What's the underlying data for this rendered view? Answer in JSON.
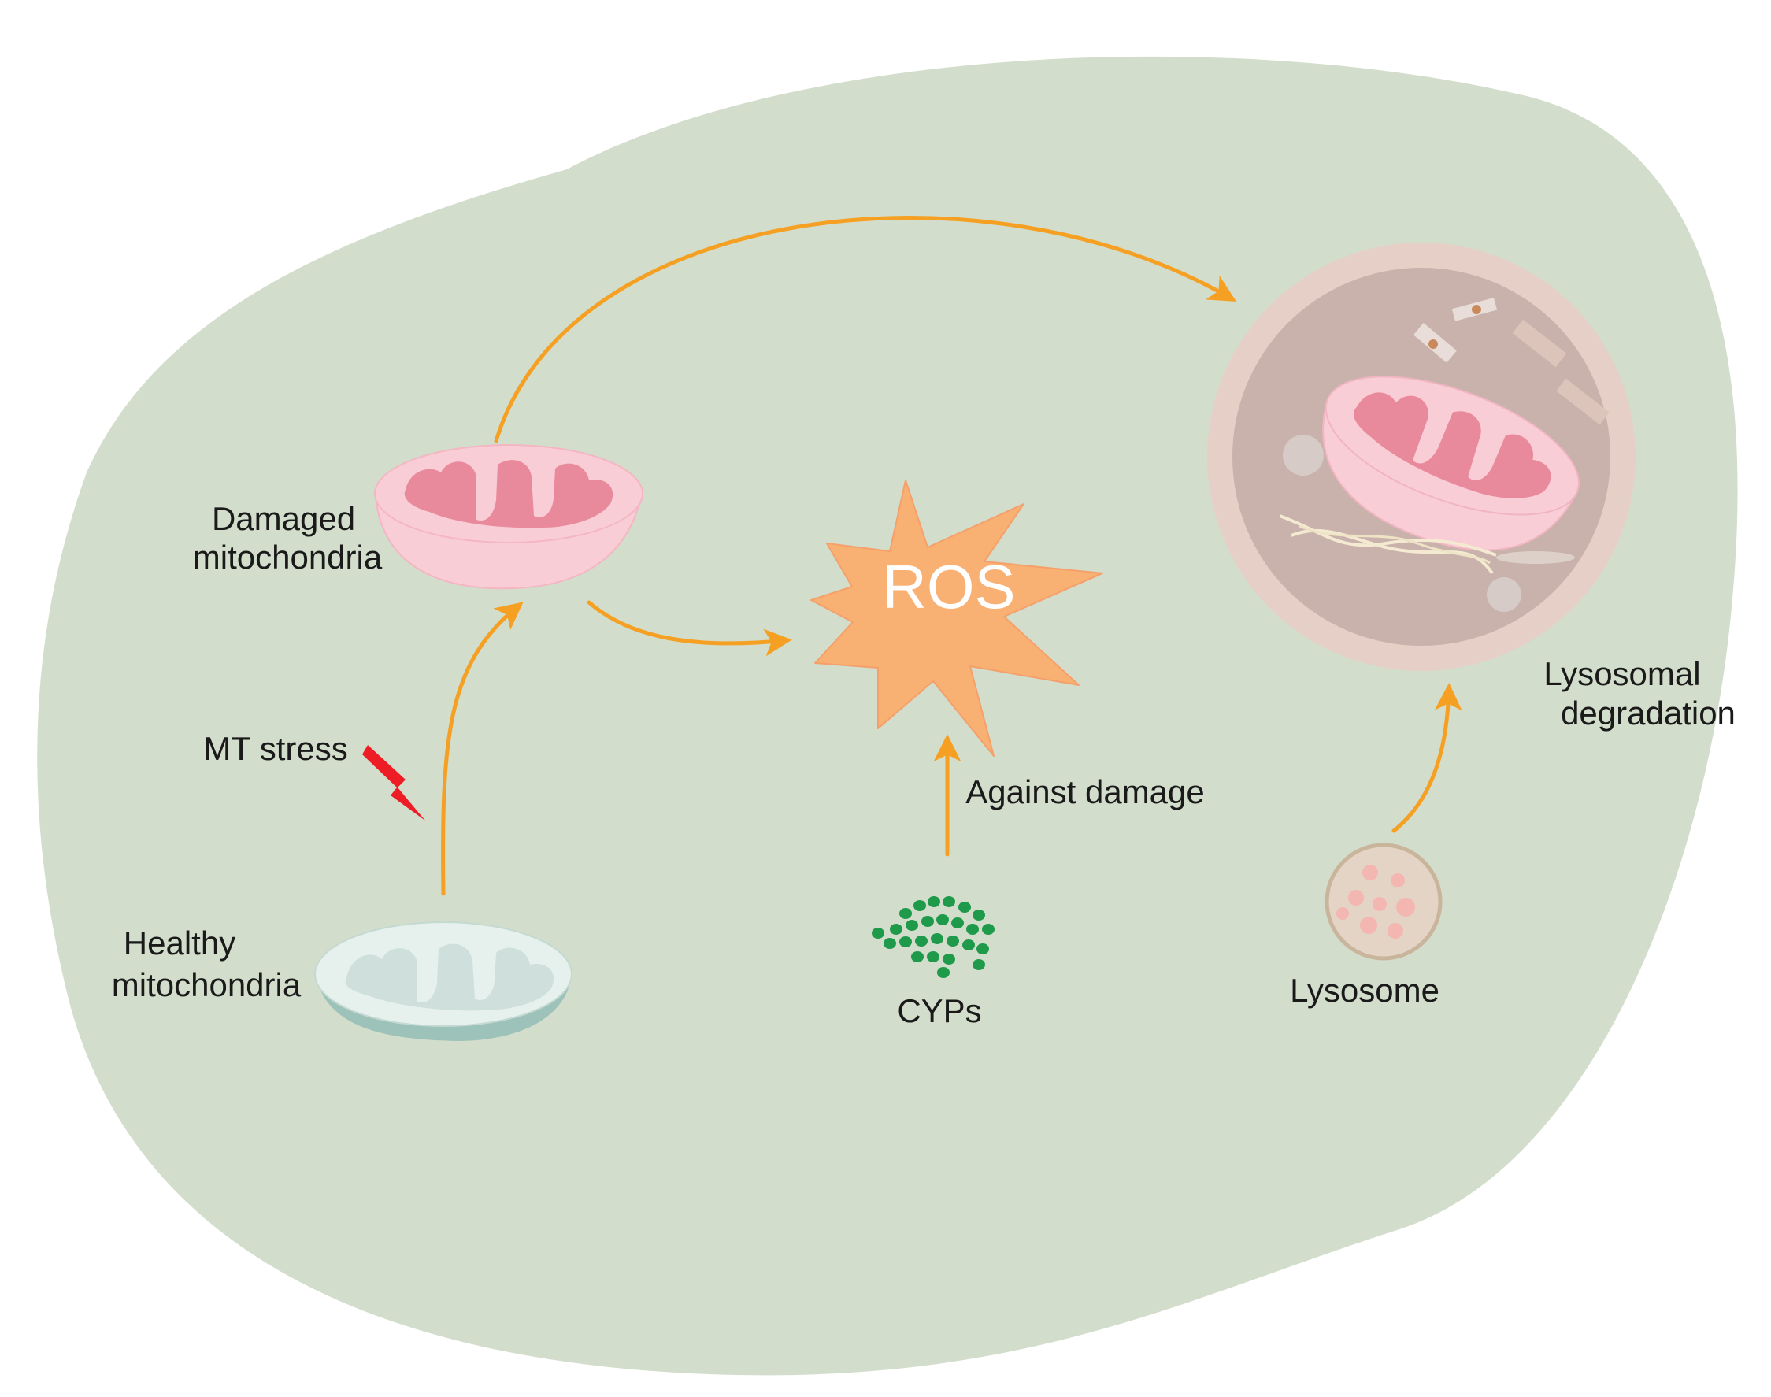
{
  "labels": {
    "damaged_line1": "Damaged",
    "damaged_line2": "mitochondria",
    "healthy_line1": "Healthy",
    "healthy_line2": "mitochondria",
    "mt_stress": "MT stress",
    "ros": "ROS",
    "against_damage": "Against damage",
    "cyps": "CYPs",
    "lysosome": "Lysosome",
    "lysosomal_line1": "Lysosomal",
    "lysosomal_line2": "degradation"
  },
  "colors": {
    "cell_fill": "#d3ddcb",
    "arrow": "#f5a023",
    "ros_fill": "#f9b073",
    "damaged_body": "#f9cdd6",
    "damaged_cristae": "#e98a9c",
    "healthy_body": "#e6f0ec",
    "healthy_bottom": "#9cc2b9",
    "healthy_cristae": "#cfe0dc",
    "cyp_dots": "#1f9a4a",
    "stress_bolt": "#ee1c25",
    "lysosome_outer": "#e3d4c6",
    "autolysosome_ring": "#e6cfc7",
    "autolysosome_inner": "#c9b1ac"
  }
}
